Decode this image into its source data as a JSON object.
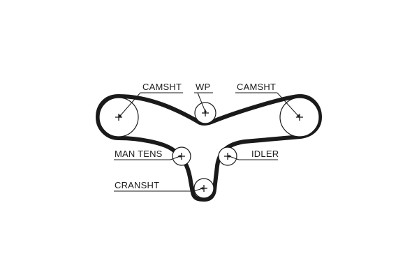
{
  "diagram": {
    "labels": {
      "camshaft_left": "CAMSHT",
      "water_pump": "WP",
      "camshaft_right": "CAMSHT",
      "manual_tensioner": "MAN TENS",
      "idler": "IDLER",
      "crankshaft": "CRANSHT"
    }
  }
}
